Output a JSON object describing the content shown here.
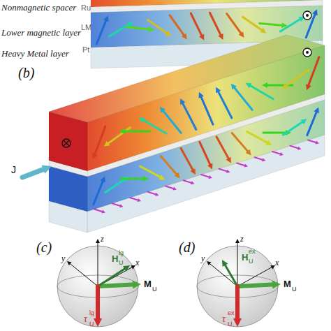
{
  "diagram": {
    "labels": [
      "Nonmagnetic spacer",
      "Ru",
      "Lower magnetic layer",
      "LM",
      "Heavy Metal layer",
      "Pt",
      "(b)",
      "J",
      "(c)",
      "z",
      "y",
      "x",
      "H",
      "lg",
      "U",
      "M",
      "U",
      "τ",
      "lg",
      "U",
      "(d)",
      "z",
      "y",
      "x",
      "H",
      "ex",
      "U",
      "M",
      "U",
      "τ",
      "ex",
      "U"
    ]
  }
}
